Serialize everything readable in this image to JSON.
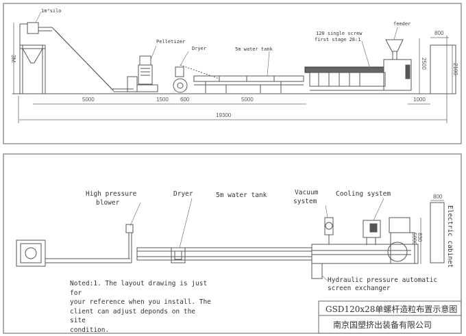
{
  "top_view": {
    "labels": {
      "silo": "1m³silo",
      "pelletizer": "Pelletizer",
      "dryer": "Dryer",
      "water_tank": "5m water tank",
      "screw_line1": "120 single screw",
      "screw_line2": "first stage 28:1",
      "feeder": "feeder"
    },
    "dimensions": {
      "silo_height": "3M",
      "d1": "5000",
      "d2": "1500",
      "d3": "600",
      "d4": "5000",
      "d5": "1000",
      "total": "19300",
      "extruder_height": "2500",
      "cabinet_width": "800",
      "cabinet_height": "2100"
    }
  },
  "plan_view": {
    "labels": {
      "blower_line1": "High pressure",
      "blower_line2": "blower",
      "dryer": "Dryer",
      "water_tank": "5m water tank",
      "vacuum_line1": "Vacuum",
      "vacuum_line2": "system",
      "cooling": "Cooling system",
      "screen_line1": "Hydraulic pressure automatic",
      "screen_line2": "screen exchanger",
      "cabinet": "Electric cabinet"
    },
    "dimensions": {
      "cabinet_width": "800",
      "width1": "830",
      "width2": "5000"
    }
  },
  "note": "Noted:1. The layout drawing is just for\nyour reference when you install. The\nclient can adjust deponds on the site\ncondition.",
  "title_block": {
    "title": "GSD120x28单螺杆造粒布置示意图",
    "company": "南京国塑挤出装备有限公司"
  }
}
